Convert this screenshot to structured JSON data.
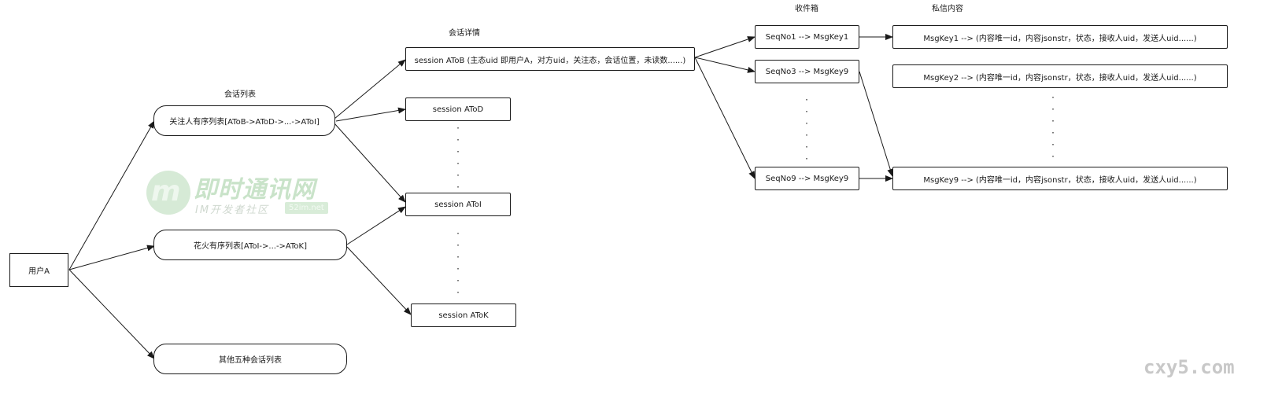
{
  "headers": {
    "session_list": "会话列表",
    "session_detail": "会话详情",
    "inbox": "收件箱",
    "message_content": "私信内容"
  },
  "user": "用户A",
  "lists": {
    "follow": "关注人有序列表[AToB->AToD->...->AToI]",
    "spark": "花火有序列表[AToI->...->AToK]",
    "other": "其他五种会话列表"
  },
  "sessions": {
    "atob": "session AToB (主态uid 即用户A，对方uid，关注态，会话位置，未读数......)",
    "atod": "session AToD",
    "atoi": "session AToI",
    "atok": "session AToK"
  },
  "inbox": {
    "seq1": "SeqNo1 --> MsgKey1",
    "seq3": "SeqNo3 --> MsgKey9",
    "seq9": "SeqNo9 --> MsgKey9"
  },
  "messages": {
    "key1": "MsgKey1 --> (内容唯一id，内容jsonstr，状态，接收人uid，发送人uid......)",
    "key2": "MsgKey2 --> (内容唯一id，内容jsonstr，状态，接收人uid，发送人uid......)",
    "key9": "MsgKey9 --> (内容唯一id，内容jsonstr，状态，接收人uid，发送人uid......)"
  },
  "ellipsis": {
    "sessions_upper": "·\n·\n·\n·\n·\n·",
    "sessions_lower": "·\n·\n·\n·\n·\n·",
    "inbox": "·\n·\n·\n·\n·\n·",
    "messages": "·\n·\n·\n·\n·\n·"
  },
  "watermarks": {
    "im_title": "即时通讯网",
    "im_subtitle": "IM开发者社区",
    "im_site": "52im.net",
    "corner": "cxy5.com"
  },
  "colors": {
    "stroke": "#1a1a1a",
    "watermark_green": "#c9e3c9",
    "watermark_gray": "#c8c8c8"
  }
}
